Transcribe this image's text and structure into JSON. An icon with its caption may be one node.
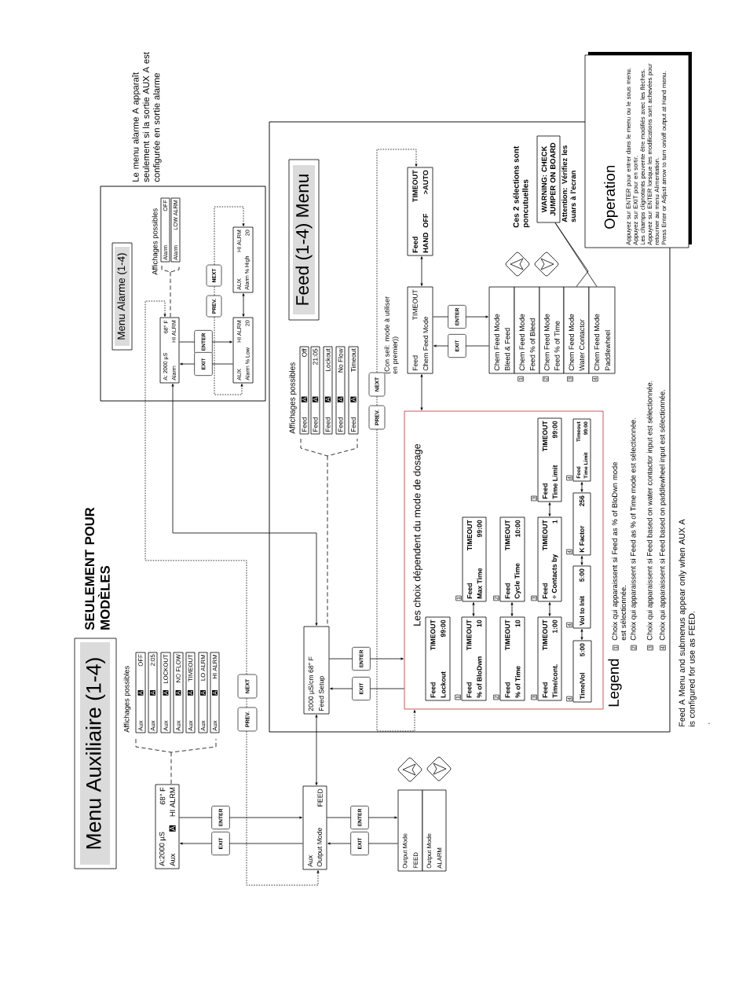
{
  "diagram": {
    "nodes": [
      {
        "text": [
          "Menu Auxiliaire (1-4)"
        ]
      },
      {
        "text": [
          "A:2000 µS",
          "68° F",
          "Aux",
          "A",
          "HI ALRM"
        ]
      },
      {
        "text": [
          "Aux",
          "A",
          "OFF"
        ]
      },
      {
        "text": [
          "Aux",
          "A",
          "2:05"
        ]
      },
      {
        "text": [
          "Aux",
          "A",
          "LOCKOUT"
        ]
      },
      {
        "text": [
          "Aux",
          "A",
          "NO FLOW"
        ]
      },
      {
        "text": [
          "Aux",
          "A",
          "TIMEOUT"
        ]
      },
      {
        "text": [
          "Aux",
          "A",
          "LO ALRM"
        ]
      },
      {
        "text": [
          "Aux",
          "A",
          "HI ALRM"
        ]
      },
      {
        "text": [
          "PREV."
        ]
      },
      {
        "text": [
          "NEXT"
        ]
      },
      {
        "text": [
          "Aux",
          "Output Mode",
          "FEED"
        ]
      },
      {
        "text": [
          "Output Mode",
          "FEED"
        ]
      },
      {
        "text": [
          "Output Mode",
          "ALARM"
        ]
      },
      {
        "text": [],
        "shape": "box"
      },
      {
        "text": [
          "Menu Alarme (1-4)"
        ],
        "in": 14
      },
      {
        "text": [
          "A: 2000 µS",
          "68° F",
          "Alarm",
          "HI ALRM"
        ],
        "in": 14
      },
      {
        "text": [
          "Alarm",
          "OFF"
        ],
        "in": 14
      },
      {
        "text": [
          "Alarm",
          "LOW ALRM"
        ],
        "in": 14
      },
      {
        "text": [
          "PREV."
        ],
        "in": 14
      },
      {
        "text": [
          "NEXT"
        ],
        "in": 14
      },
      {
        "text": [
          "AUX",
          "HI ALRM",
          "Alarm % Low",
          "20"
        ],
        "in": 14
      },
      {
        "text": [
          "AUX",
          "HI ALRM",
          "Alarm % High",
          "20"
        ],
        "in": 14
      },
      {
        "text": [],
        "shape": "box"
      },
      {
        "text": [
          "Feed (1-4) Menu"
        ],
        "in": 23
      },
      {
        "text": [
          "2000 µS/cm 68° F",
          "Feed Setup"
        ],
        "in": 23
      },
      {
        "text": [
          "Feed",
          "A",
          "Off"
        ],
        "in": 23
      },
      {
        "text": [
          "Feed",
          "A",
          "21:05"
        ],
        "in": 23
      },
      {
        "text": [
          "Feed",
          "A",
          "Lockout"
        ],
        "in": 23
      },
      {
        "text": [
          "Feed",
          "A",
          "No Flow"
        ],
        "in": 23
      },
      {
        "text": [
          "Feed",
          "A",
          "Timeout"
        ],
        "in": 23
      },
      {
        "text": [
          "PREV."
        ],
        "in": 23
      },
      {
        "text": [
          "NEXT"
        ],
        "in": 23
      },
      {
        "text": [
          "Feed",
          "TIMEOUT",
          "Chem Feed Mode"
        ],
        "in": 23
      },
      {
        "text": [
          "Feed",
          "TIMEOUT",
          "HAND",
          "OFF",
          ">AUTO"
        ],
        "in": 23
      },
      {
        "text": [
          "Chem Feed Mode",
          "Bleed & Feed"
        ],
        "in": 23
      },
      {
        "text": [
          "Chem Feed Mode",
          "Feed % of Bleed"
        ],
        "beside": [
          "1"
        ],
        "in": 23
      },
      {
        "text": [
          "Chem Feed Mode",
          "Feed % of Time"
        ],
        "beside": [
          "2"
        ],
        "in": 23
      },
      {
        "text": [
          "Chem Feed Mode",
          "Water Contactor"
        ],
        "beside": [
          "3"
        ],
        "in": 23
      },
      {
        "text": [
          "Chem Feed Mode",
          "Paddlewheel"
        ],
        "beside": [
          "4"
        ],
        "in": 23
      },
      {
        "text": [
          "WARNING: CHECK JUMPER ON BOARD"
        ],
        "beside": [
          "Attention: Vérifiez les suars à l'ecran"
        ],
        "in": 23
      },
      {
        "text": [
          "Les choix dépendent du mode de dosage"
        ],
        "in": 23
      },
      {
        "text": [
          "Feed",
          "TIMEOUT",
          "Lockout",
          "99:00"
        ],
        "in": 41
      },
      {
        "text": [
          "Feed",
          "TIMEOUT",
          "Max Time",
          "99:00"
        ],
        "beside": [
          "1"
        ],
        "in": 41
      },
      {
        "text": [
          "Feed",
          "TIMEOUT",
          "% of BloDwn",
          "10"
        ],
        "beside": [
          "1"
        ],
        "in": 41
      },
      {
        "text": [
          "Feed",
          "TIMEOUT",
          "Cycle Time",
          "10:00"
        ],
        "beside": [
          "2"
        ],
        "in": 41
      },
      {
        "text": [
          "Feed",
          "TIMEOUT",
          "% of Time",
          "10"
        ],
        "beside": [
          "2"
        ],
        "in": 41
      },
      {
        "text": [
          "Feed",
          "TIMEOUT",
          "Time Limit",
          "99:00"
        ],
        "beside": [
          "3"
        ],
        "in": 41
      },
      {
        "text": [
          "Feed",
          "TIMEOUT",
          "÷ Contacts by",
          "1"
        ],
        "beside": [
          "3"
        ],
        "in": 41
      },
      {
        "text": [
          "Feed",
          "TIMEOUT",
          "Time/cont.",
          "1:00"
        ],
        "beside": [
          "3"
        ],
        "in": 41
      },
      {
        "text": [
          "Feed",
          "Timeout",
          "Time Limit",
          "99:00"
        ],
        "beside": [
          "4"
        ],
        "in": 41
      },
      {
        "text": [
          "K Factor",
          "256"
        ],
        "beside": [
          "4"
        ],
        "in": 41
      },
      {
        "text": [
          "Vol to Init",
          "5:00"
        ],
        "beside": [
          "4"
        ],
        "in": 41
      },
      {
        "text": [
          "Time/Vol",
          "5:00"
        ],
        "beside": [
          "4"
        ],
        "in": 41
      },
      {
        "text": [
          "Operation",
          "Appuyez sur ENTER pour entrer dans le menu ou le sous menu.",
          "Appuyez sur EXIT pour en sortir.",
          "Les champs clignotants peuvente être modifiés avec les flèches.",
          "Appuyez sur ENTER lorsque les modifications sont achevées pour retourner au menu Alimentation.",
          "Press Enter or Adjust arrow to turn on/off output at Hand menu."
        ]
      }
    ],
    "edges": [
      {
        "from": 1,
        "to": 11,
        "arrow": "to",
        "label": "ENTER"
      },
      {
        "from": 11,
        "to": 1,
        "arrow": "to",
        "label": "EXIT"
      },
      {
        "from": 11,
        "to": 12,
        "arrow": "to",
        "label": "ENTER"
      },
      {
        "from": 12,
        "to": 11,
        "arrow": "to",
        "label": "EXIT"
      },
      {
        "from": 25,
        "to": 11,
        "arrow": "both"
      },
      {
        "from": 9,
        "to": 11,
        "arrow": "to",
        "style": "dashed"
      },
      {
        "from": 9,
        "to": 10,
        "arrow": "none",
        "style": "dashed"
      },
      {
        "from": 10,
        "to": 16,
        "arrow": "to",
        "style": "dashed"
      },
      {
        "from": 16,
        "to": 21,
        "arrow": "to",
        "label": "ENTER"
      },
      {
        "from": 21,
        "to": 16,
        "arrow": "to",
        "label": "EXIT"
      },
      {
        "from": 21,
        "to": 22,
        "arrow": "both"
      },
      {
        "from": 19,
        "to": 21,
        "arrow": "to",
        "style": "dashed"
      },
      {
        "from": 19,
        "to": 20,
        "arrow": "none",
        "style": "dashed"
      },
      {
        "from": 20,
        "to": 22,
        "arrow": "to",
        "style": "dashed"
      },
      {
        "from": 16,
        "to": 25,
        "arrow": "both"
      },
      {
        "from": 25,
        "to": 41,
        "arrow": "to",
        "label": "ENTER"
      },
      {
        "from": 41,
        "to": 25,
        "arrow": "to",
        "label": "EXIT"
      },
      {
        "from": 33,
        "to": 34,
        "arrow": "both"
      },
      {
        "from": 33,
        "to": 41,
        "arrow": "both"
      },
      {
        "from": 33,
        "to": 35,
        "arrow": "to",
        "label": "ENTER"
      },
      {
        "from": 35,
        "to": 33,
        "arrow": "to",
        "label": "EXIT"
      },
      {
        "from": 32,
        "to": 34,
        "arrow": "to",
        "style": "dashed"
      },
      {
        "from": 31,
        "to": 32,
        "arrow": "none",
        "style": "dashed"
      },
      {
        "from": 31,
        "to": 41,
        "arrow": "to",
        "style": "dashed"
      },
      {
        "from": 40,
        "to": 38,
        "arrow": "none"
      },
      {
        "from": 40,
        "to": 39,
        "arrow": "none"
      },
      {
        "from": 44,
        "to": 43,
        "arrow": "both"
      },
      {
        "from": 46,
        "to": 45,
        "arrow": "both"
      },
      {
        "from": 49,
        "to": 48,
        "arrow": "both"
      },
      {
        "from": 48,
        "to": 47,
        "arrow": "both"
      },
      {
        "from": 53,
        "to": 52,
        "arrow": "both"
      },
      {
        "from": 52,
        "to": 51,
        "arrow": "both"
      },
      {
        "from": 51,
        "to": 50,
        "arrow": "both"
      }
    ],
    "labels": [
      "SEULEMENT POUR MODÈLES",
      "Affichages possibles",
      "Le menu alarme A apparaît seulement si la sortie AUX A est configurée en sortie alarme",
      "Affichages possibles",
      "Affichages possibles",
      "Ces 2 sélections sont poncutuelles",
      "(Con seil: mode à utiliser en premier))",
      "Legend",
      "1",
      "2",
      "3",
      "4",
      "Feed A Menu and submenus appear only when AUX A is configured for use as FEED.",
      "."
    ],
    "legend": [
      {
        "text": "Choix qui apparaissent si Feed as % of BloDwn mode est sélectionnée."
      },
      {
        "text": "Choix qui apparaissent si Feed as % of Time mode est sélectionnée."
      },
      {
        "text": "Choix qui apparaissent si Feed based on water contactor input est sélectionnée."
      },
      {
        "text": "Choix qui apparaissent si Feed based on paddlewheel input est sélectionnée."
      }
    ]
  }
}
